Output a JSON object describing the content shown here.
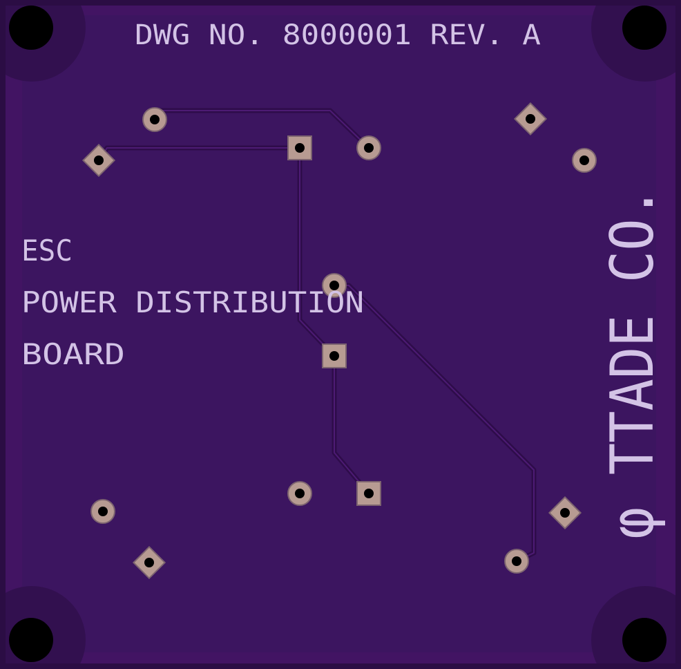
{
  "board": {
    "drawing_number": "DWG NO. 8000001 REV. A",
    "title_line1": "ESC",
    "title_line2": "POWER DISTRIBUTION",
    "title_line3": "BOARD",
    "brand": "φ TTADE CO.",
    "colors": {
      "board": "#421463",
      "board_edge": "#2b0d44",
      "copper_fill": "#3c1560",
      "trace": "#2e0c4a",
      "pad": "#b79b92",
      "silkscreen": "#d3c3e6",
      "drill": "#000000"
    }
  },
  "icons": {
    "mounting_hole": "mounting-hole-icon",
    "pad": "pad-icon"
  }
}
